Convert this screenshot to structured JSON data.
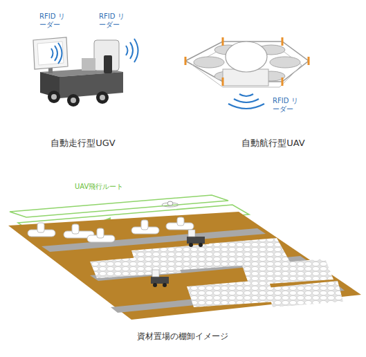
{
  "diagram": {
    "caption": "資材置場の棚卸イメージ",
    "labels": [
      "RFID リーダー",
      "RFID リーダー",
      "自動走行型UGV",
      "RFID リーダー",
      "自動航行型UAV",
      "UAV飛行ルート"
    ]
  }
}
